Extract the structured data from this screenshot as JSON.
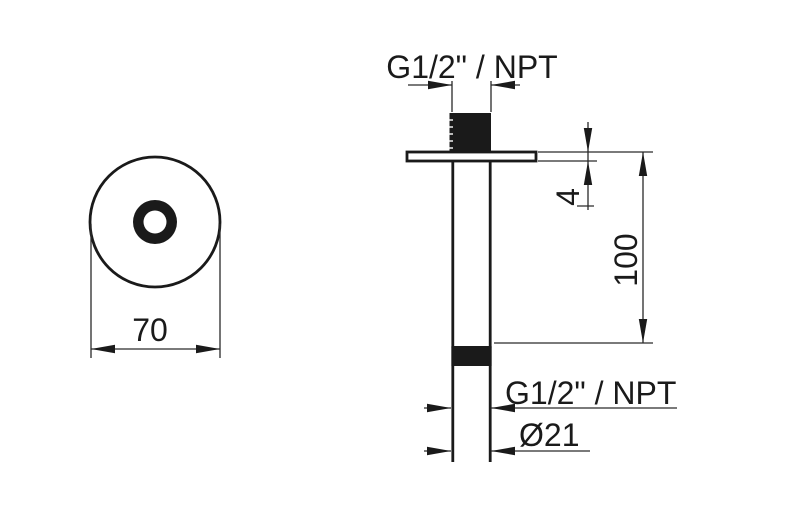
{
  "page": {
    "background": "#ffffff",
    "ink": "#1a1a1a",
    "kind": "technical dimension drawing"
  },
  "drawing": {
    "front_view": {
      "flange_diameter": "70"
    },
    "side_view": {
      "top_thread_label": "G1/2\" / NPT",
      "flange_thickness": "4",
      "arm_length": "100",
      "bottom_thread_label": "G1/2\" / NPT",
      "outer_diameter": "Ø21"
    }
  }
}
